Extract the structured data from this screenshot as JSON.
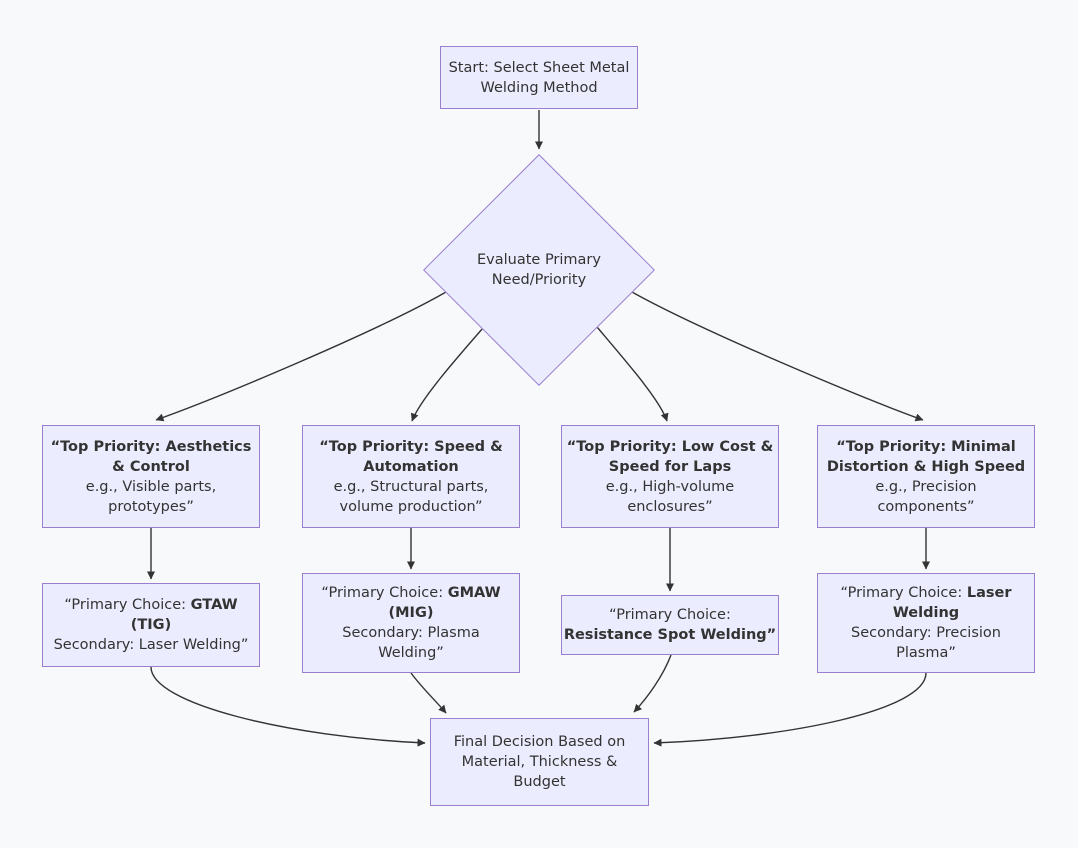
{
  "theme": {
    "canvas_bg": "#f8f9fb",
    "node_fill": "#ececff",
    "node_border": "#9a7fd1",
    "edge_color": "#333333",
    "text_color": "#333333"
  },
  "diagram": {
    "type": "flowchart",
    "nodes": {
      "start": {
        "label": "Start: Select Sheet Metal Welding Method",
        "lines": [
          [
            {
              "t": "Start: Select Sheet Metal",
              "b": false
            }
          ],
          [
            {
              "t": "Welding Method",
              "b": false
            }
          ]
        ]
      },
      "decision": {
        "label": "Evaluate Primary Need/Priority",
        "lines": [
          [
            {
              "t": "Evaluate Primary",
              "b": false
            }
          ],
          [
            {
              "t": "Need/Priority",
              "b": false
            }
          ]
        ]
      },
      "branch_aesthetics": {
        "label": "“Top Priority: Aesthetics & Control e.g., Visible parts, prototypes”",
        "lines": [
          [
            {
              "t": "“Top Priority: Aesthetics",
              "b": true
            }
          ],
          [
            {
              "t": "& Control",
              "b": true
            }
          ],
          [
            {
              "t": "e.g., Visible parts,",
              "b": false
            }
          ],
          [
            {
              "t": "prototypes”",
              "b": false
            }
          ]
        ]
      },
      "branch_speed": {
        "label": "“Top Priority: Speed & Automation e.g., Structural parts, volume production”",
        "lines": [
          [
            {
              "t": "“Top Priority: Speed &",
              "b": true
            }
          ],
          [
            {
              "t": "Automation",
              "b": true
            }
          ],
          [
            {
              "t": "e.g., Structural parts,",
              "b": false
            }
          ],
          [
            {
              "t": "volume production”",
              "b": false
            }
          ]
        ]
      },
      "branch_lowcost": {
        "label": "“Top Priority: Low Cost & Speed for Laps e.g., High-volume enclosures”",
        "lines": [
          [
            {
              "t": "“Top Priority: Low Cost &",
              "b": true
            }
          ],
          [
            {
              "t": "Speed for Laps",
              "b": true
            }
          ],
          [
            {
              "t": "e.g., High-volume",
              "b": false
            }
          ],
          [
            {
              "t": "enclosures”",
              "b": false
            }
          ]
        ]
      },
      "branch_distortion": {
        "label": "“Top Priority: Minimal Distortion & High Speed e.g., Precision components”",
        "lines": [
          [
            {
              "t": "“Top Priority: Minimal",
              "b": true
            }
          ],
          [
            {
              "t": "Distortion & High Speed",
              "b": true
            }
          ],
          [
            {
              "t": "e.g., Precision",
              "b": false
            }
          ],
          [
            {
              "t": "components”",
              "b": false
            }
          ]
        ]
      },
      "choice_gtaw": {
        "label": "“Primary Choice: GTAW (TIG) Secondary: Laser Welding”",
        "lines": [
          [
            {
              "t": "“Primary Choice: ",
              "b": false
            },
            {
              "t": "GTAW",
              "b": true
            }
          ],
          [
            {
              "t": "(TIG)",
              "b": true
            }
          ],
          [
            {
              "t": "Secondary: Laser Welding”",
              "b": false
            }
          ]
        ]
      },
      "choice_gmaw": {
        "label": "“Primary Choice: GMAW (MIG) Secondary: Plasma Welding”",
        "lines": [
          [
            {
              "t": "“Primary Choice: ",
              "b": false
            },
            {
              "t": "GMAW",
              "b": true
            }
          ],
          [
            {
              "t": "(MIG)",
              "b": true
            }
          ],
          [
            {
              "t": "Secondary: Plasma",
              "b": false
            }
          ],
          [
            {
              "t": "Welding”",
              "b": false
            }
          ]
        ]
      },
      "choice_spot": {
        "label": "“Primary Choice: Resistance Spot Welding”",
        "lines": [
          [
            {
              "t": "“Primary Choice:",
              "b": false
            }
          ],
          [
            {
              "t": "Resistance Spot Welding”",
              "b": true
            }
          ]
        ]
      },
      "choice_laser": {
        "label": "“Primary Choice: Laser Welding Secondary: Precision Plasma”",
        "lines": [
          [
            {
              "t": "“Primary Choice: ",
              "b": false
            },
            {
              "t": "Laser",
              "b": true
            }
          ],
          [
            {
              "t": "Welding",
              "b": true
            }
          ],
          [
            {
              "t": "Secondary: Precision",
              "b": false
            }
          ],
          [
            {
              "t": "Plasma”",
              "b": false
            }
          ]
        ]
      },
      "final": {
        "label": "Final Decision Based on Material, Thickness & Budget",
        "lines": [
          [
            {
              "t": "Final Decision Based on",
              "b": false
            }
          ],
          [
            {
              "t": "Material, Thickness &",
              "b": false
            }
          ],
          [
            {
              "t": "Budget",
              "b": false
            }
          ]
        ]
      }
    },
    "edges": [
      {
        "from": "start",
        "to": "decision"
      },
      {
        "from": "decision",
        "to": "branch_aesthetics"
      },
      {
        "from": "decision",
        "to": "branch_speed"
      },
      {
        "from": "decision",
        "to": "branch_lowcost"
      },
      {
        "from": "decision",
        "to": "branch_distortion"
      },
      {
        "from": "branch_aesthetics",
        "to": "choice_gtaw"
      },
      {
        "from": "branch_speed",
        "to": "choice_gmaw"
      },
      {
        "from": "branch_lowcost",
        "to": "choice_spot"
      },
      {
        "from": "branch_distortion",
        "to": "choice_laser"
      },
      {
        "from": "choice_gtaw",
        "to": "final"
      },
      {
        "from": "choice_gmaw",
        "to": "final"
      },
      {
        "from": "choice_spot",
        "to": "final"
      },
      {
        "from": "choice_laser",
        "to": "final"
      }
    ]
  }
}
